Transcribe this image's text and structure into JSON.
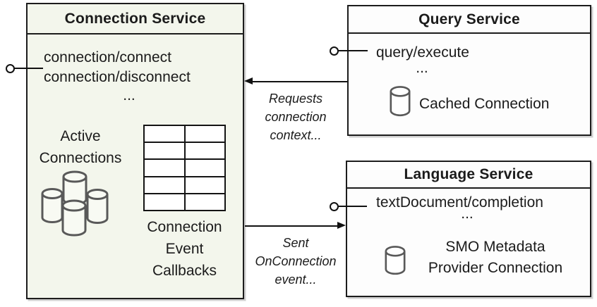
{
  "colors": {
    "canvas_bg": "#ffffff",
    "service_fill": "#f3f6ec",
    "panel_fill": "#fdfdfd",
    "line": "#111111",
    "cylinder_stroke": "#595959"
  },
  "connection_service": {
    "title": "Connection Service",
    "methods": [
      "connection/connect",
      "connection/disconnect"
    ],
    "ellipsis": "...",
    "active_connections": {
      "line1": "Active",
      "line2": "Connections"
    },
    "callbacks_label": {
      "line1": "Connection",
      "line2": "Event",
      "line3": "Callbacks"
    },
    "callbacks_table": {
      "rows": 5,
      "cols": 2
    }
  },
  "query_service": {
    "title": "Query Service",
    "method": "query/execute",
    "ellipsis": "...",
    "connection_label": "Cached Connection"
  },
  "language_service": {
    "title": "Language Service",
    "method": "textDocument/completion",
    "ellipsis": "...",
    "connection_label": {
      "line1": "SMO Metadata",
      "line2": "Provider Connection"
    }
  },
  "annotations": {
    "requests": {
      "line1": "Requests",
      "line2": "connection",
      "line3": "context..."
    },
    "sent": {
      "line1": "Sent",
      "line2": "OnConnection",
      "line3": "event..."
    }
  }
}
